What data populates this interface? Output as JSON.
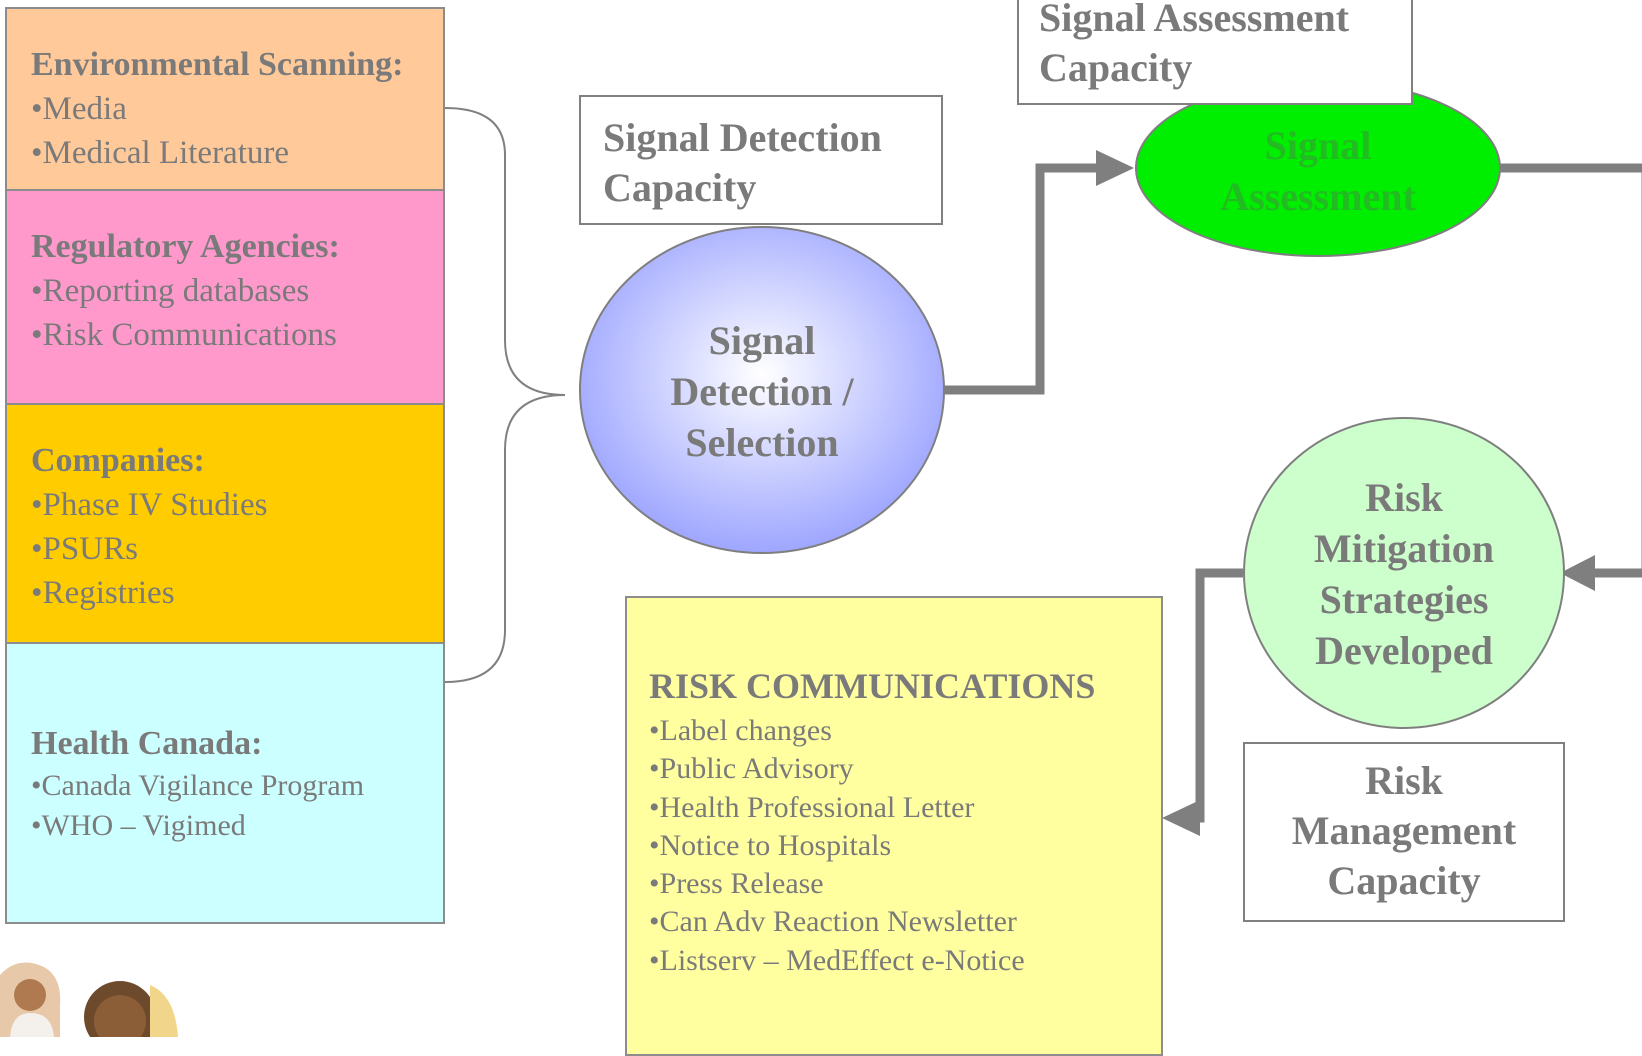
{
  "sources": [
    {
      "title": "Environmental Scanning:",
      "items": [
        "•Media",
        "•Medical Literature"
      ],
      "color": "#ffc99a"
    },
    {
      "title": "Regulatory Agencies:",
      "items": [
        "•Reporting databases",
        "•Risk Communications"
      ],
      "color": "#ff99cc"
    },
    {
      "title": "Companies:",
      "items": [
        "•Phase IV Studies",
        "•PSURs",
        "•Registries"
      ],
      "color": "#ffcc00"
    },
    {
      "title": "Health Canada:",
      "items": [
        "•Canada Vigilance Program",
        "•WHO – Vigimed"
      ],
      "color": "#ccffff"
    }
  ],
  "capacities": {
    "signal_detection": [
      "Signal Detection",
      "Capacity"
    ],
    "signal_assessment": [
      "Signal Assessment",
      "Capacity"
    ],
    "risk_management": [
      "Risk",
      "Management",
      "Capacity"
    ]
  },
  "nodes": {
    "detection": {
      "lines": [
        "Signal",
        "Detection /",
        "Selection"
      ],
      "color": "#aab0ff"
    },
    "assessment": {
      "lines": [
        "Signal",
        "Assessment"
      ],
      "color": "#00ee00"
    },
    "mitigation": {
      "lines": [
        "Risk",
        "Mitigation",
        "Strategies",
        "Developed"
      ],
      "color": "#ccffcc"
    }
  },
  "risk_communications": {
    "title": "RISK COMMUNICATIONS",
    "items": [
      "•Label changes",
      "•Public Advisory",
      "•Health Professional Letter",
      "•Notice to Hospitals",
      "•Press Release",
      "•Can Adv Reaction Newsletter",
      "•Listserv – MedEffect e-Notice"
    ],
    "color": "#ffffa0"
  },
  "colors": {
    "arrow": "#7f7f7f",
    "outline": "#808080"
  }
}
